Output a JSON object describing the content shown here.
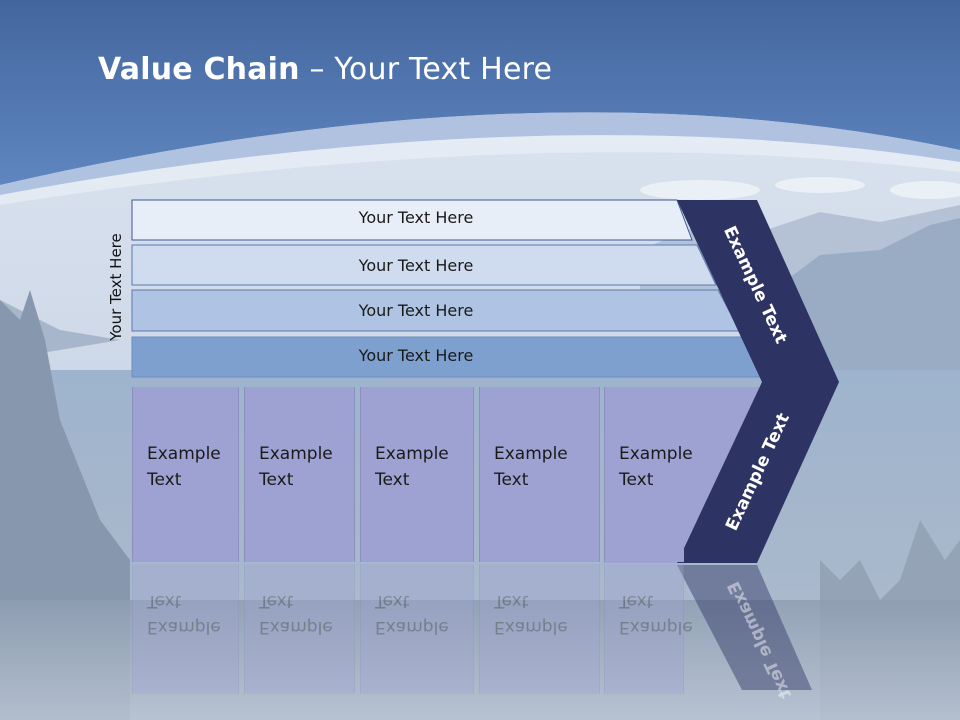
{
  "slide": {
    "title_bold": "Value Chain",
    "title_rest": " – Your Text Here",
    "side_label": "Your Text Here"
  },
  "rows": [
    {
      "text": "Your Text Here"
    },
    {
      "text": "Your Text Here"
    },
    {
      "text": "Your Text Here"
    },
    {
      "text": "Your Text Here"
    }
  ],
  "boxes": [
    {
      "text": "Example\nText"
    },
    {
      "text": "Example\nText"
    },
    {
      "text": "Example\nText"
    },
    {
      "text": "Example\nText"
    },
    {
      "text": "Example\nText"
    }
  ],
  "chevron": {
    "upper_text": "Example Text",
    "lower_text": "Example Text"
  },
  "colors": {
    "sky_top": "#4a6da5",
    "row1": "#e8eef7",
    "row2": "#cfdbee",
    "row3": "#aec4e2",
    "row4": "#7da0cf",
    "box": "#9ea2d2",
    "chevron": "#2d3362"
  }
}
